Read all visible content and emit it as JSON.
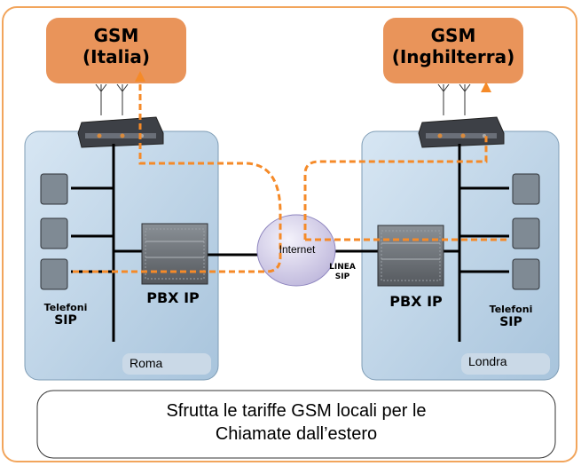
{
  "gsm_left": {
    "line1": "GSM",
    "line2": "(Italia)"
  },
  "gsm_right": {
    "line1": "GSM",
    "line2": "(Inghilterra)"
  },
  "internet_label": "Internet",
  "linea_sip": {
    "line1": "LINEA",
    "line2": "SIP"
  },
  "left_site": {
    "pbx_label": "PBX IP",
    "phones_line1": "Telefoni",
    "phones_line2": "SIP",
    "city": "Roma"
  },
  "right_site": {
    "pbx_label": "PBX IP",
    "phones_line1": "Telefoni",
    "phones_line2": "SIP",
    "city": "Londra"
  },
  "bottom_note": {
    "line1": "Sfrutta le tariffe GSM locali per le",
    "line2": "Chiamate dall’estero"
  },
  "colors": {
    "frame_border": "#f2a55c",
    "gsm_box": "#e9945a",
    "site_fill": "#bcd3e6",
    "dash": "#f58a28"
  }
}
